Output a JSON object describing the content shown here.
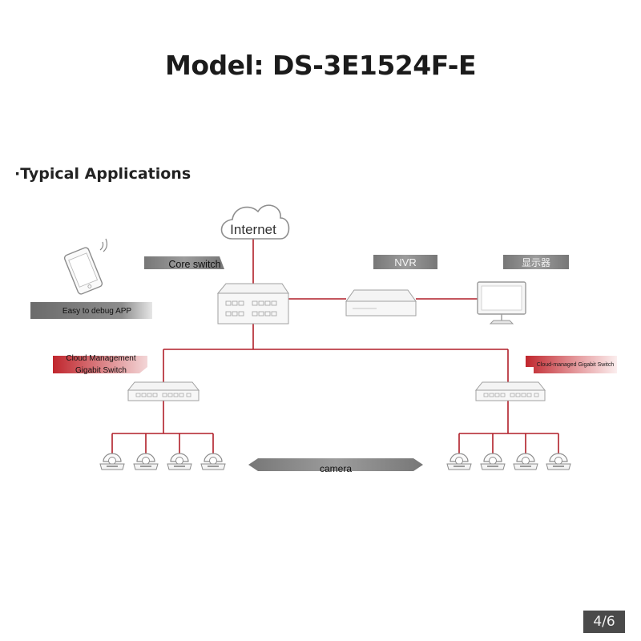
{
  "page": {
    "title": "Model: DS-3E1524F-E",
    "section_title": "·Typical Applications",
    "page_indicator": "4/6"
  },
  "diagram": {
    "internet_label": "Internet",
    "core_switch_label": "Core switch",
    "nvr_label": "NVR",
    "monitor_label": "显示器",
    "app_label": "Easy to debug APP",
    "left_switch_label_line1": "Cloud Management",
    "left_switch_label_line2": "Gigabit Switch",
    "right_switch_label": "Cloud-managed Gigabit Switch",
    "camera_label": "camera"
  },
  "colors": {
    "link_red": "#b01e28",
    "label_gray": "#6e6e6e",
    "label_red": "#c62a2f",
    "device_outline": "#9a9a9a"
  }
}
